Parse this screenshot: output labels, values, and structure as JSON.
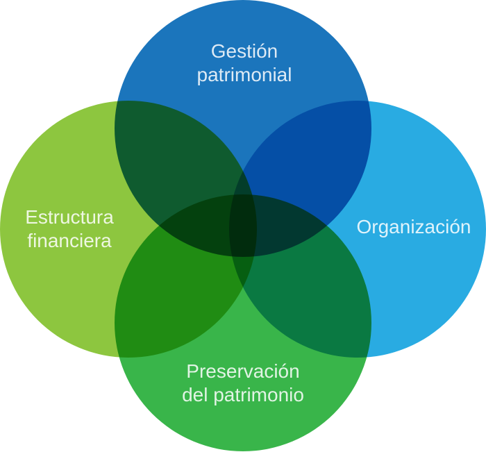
{
  "venn": {
    "type": "venn-diagram",
    "background_color": "#FFFFFF",
    "blend_mode": "multiply",
    "label_text_color": "rgba(255,255,255,0.85)",
    "circles": {
      "top": {
        "label": [
          "Gestión",
          "patrimonial"
        ],
        "color": "#1B75BC"
      },
      "right": {
        "label": [
          "Organización",
          ""
        ],
        "color": "#29ABE2"
      },
      "bottom": {
        "label": [
          "Preservación",
          "del patrimonio"
        ],
        "color": "#39B54A"
      },
      "left": {
        "label": [
          "Estructura",
          "financiera"
        ],
        "color": "#8DC63F"
      }
    },
    "overlap_colors": {
      "top_left": "#0F5B2E",
      "top_right": "#044EA7",
      "bottom_left": "#208D12",
      "bottom_right": "#097942"
    }
  }
}
